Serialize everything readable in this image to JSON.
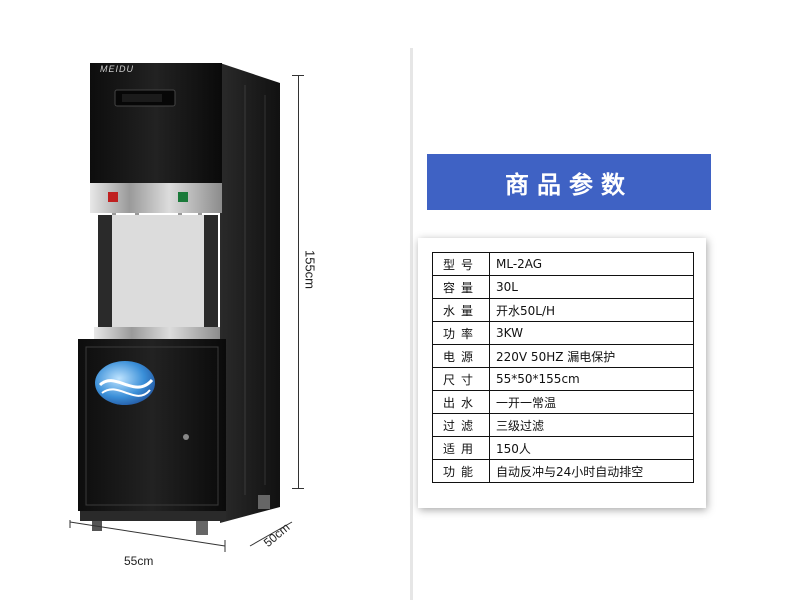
{
  "brand_logo_text": "MEIDU",
  "dimensions": {
    "height": "155cm",
    "width": "55cm",
    "depth": "50cm"
  },
  "specs_panel": {
    "title": "商品参数",
    "rows": [
      {
        "key": "型号",
        "value": "ML-2AG"
      },
      {
        "key": "容量",
        "value": "30L"
      },
      {
        "key": "水量",
        "value": "开水50L/H"
      },
      {
        "key": "功率",
        "value": "3KW"
      },
      {
        "key": "电源",
        "value": "220V  50HZ 漏电保护"
      },
      {
        "key": "尺寸",
        "value": "55*50*155cm"
      },
      {
        "key": "出水",
        "value": "一开一常温"
      },
      {
        "key": "过滤",
        "value": "三级过滤"
      },
      {
        "key": "适用",
        "value": "150人"
      },
      {
        "key": "功能",
        "value": "自动反冲与24小时自动排空"
      }
    ]
  },
  "colors": {
    "banner": "#3f62c4",
    "machine_body": "#141414",
    "tap_panel": "#c8c8c8"
  }
}
